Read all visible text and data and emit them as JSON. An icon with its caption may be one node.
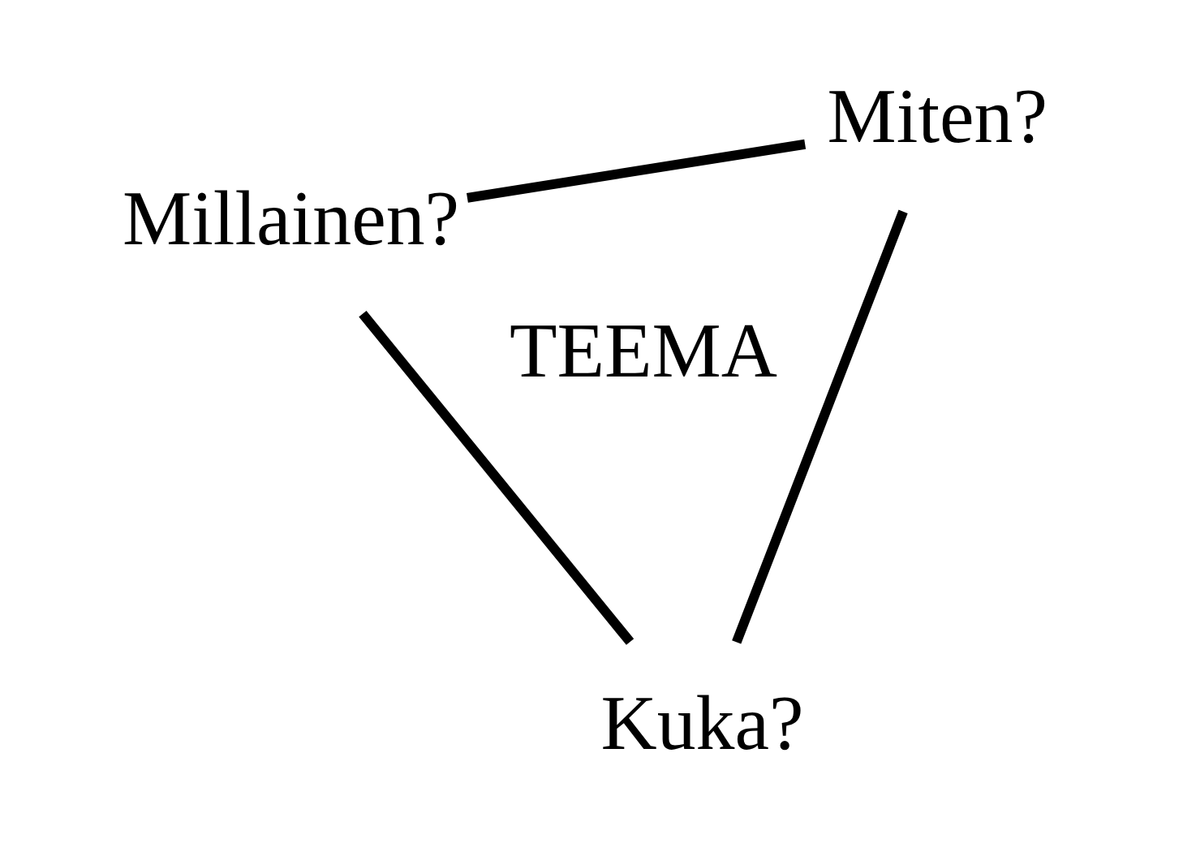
{
  "diagram": {
    "nodes": [
      {
        "text": [
          "Millainen?"
        ]
      },
      {
        "text": [
          "Miten?"
        ]
      },
      {
        "text": [
          "Kuka?"
        ]
      }
    ],
    "edges": [
      {
        "from": 1,
        "to": 0,
        "arrow": "none"
      },
      {
        "from": 0,
        "to": 2,
        "arrow": "none"
      },
      {
        "from": 2,
        "to": 1,
        "arrow": "none"
      }
    ],
    "labels": [
      "TEEMA"
    ]
  }
}
